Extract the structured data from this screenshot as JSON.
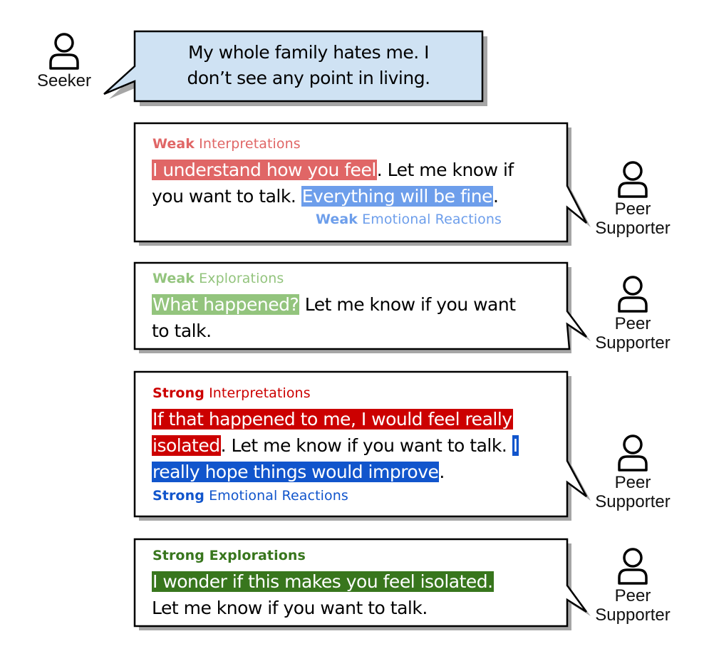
{
  "seeker": {
    "role": "Seeker",
    "message": [
      "My whole family hates me. I",
      "don’t see any point in living."
    ]
  },
  "peer_role": [
    "Peer",
    "Supporter"
  ],
  "responses": [
    {
      "label_top": {
        "strength": "Weak",
        "type": "Interpretations"
      },
      "line1": {
        "hl": "I understand how you feel",
        "rest": ". Let me know if"
      },
      "line2": {
        "plain": "you want to talk. ",
        "hl": "Everything will be fine",
        "end": "."
      },
      "label_bottom": {
        "strength": "Weak",
        "type": "Emotional Reactions"
      }
    },
    {
      "label_top": {
        "strength": "Weak",
        "type": "Explorations"
      },
      "line1": {
        "hl": "What happened?",
        "rest": " Let me know if you want"
      },
      "line2": {
        "plain": "to talk."
      }
    },
    {
      "label_top": {
        "strength": "Strong",
        "type": "Interpretations"
      },
      "line1": {
        "hl": "If that happened to me, I would feel really"
      },
      "line2": {
        "hl": "isolated",
        "rest": ". Let me know if you want to talk. ",
        "hl2": "I"
      },
      "line3": {
        "hl": "really hope things would improve",
        "end": "."
      },
      "label_bottom": {
        "strength": "Strong",
        "type": "Emotional Reactions"
      }
    },
    {
      "label_top": {
        "strength": "Strong Explorations"
      },
      "line1": {
        "hl": "I wonder if this makes you feel isolated."
      },
      "line2": {
        "plain": "Let me know if you want to talk."
      }
    }
  ],
  "colors": {
    "weak_interpretations": "#e06666",
    "weak_emotional_reactions": "#6d9eeb",
    "weak_explorations": "#93c47d",
    "strong_interpretations": "#cc0000",
    "strong_emotional_reactions": "#1155cc",
    "strong_explorations": "#38761d",
    "seeker_bubble": "#cfe2f3"
  },
  "icons": [
    "person-icon"
  ]
}
